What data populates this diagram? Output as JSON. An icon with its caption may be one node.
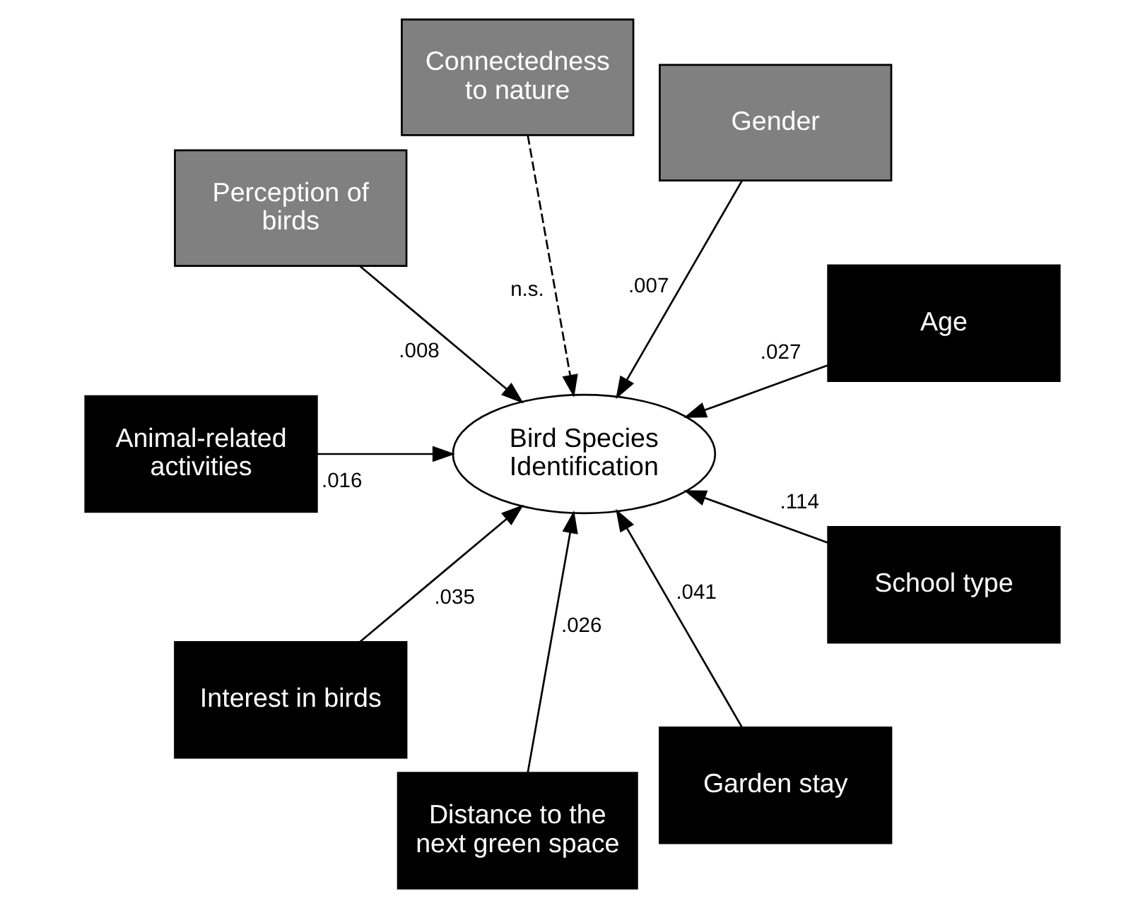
{
  "diagram": {
    "nodes": [
      {
        "text": [
          "Age"
        ]
      },
      {
        "text": [
          "Gender"
        ]
      },
      {
        "text": [
          "School type"
        ]
      },
      {
        "text": [
          "Connectedness to nature"
        ]
      },
      {
        "text": [
          "Bird Species Identification"
        ]
      },
      {
        "text": [
          "Garden stay"
        ]
      },
      {
        "text": [
          "Perception of birds"
        ]
      },
      {
        "text": [
          "Distance to the next green space"
        ]
      },
      {
        "text": [
          "Animal-related activities"
        ]
      },
      {
        "text": [
          "Interest in birds"
        ]
      }
    ],
    "edges": [
      {
        "from": 0,
        "to": 4,
        "arrow": "to",
        "label": ".027"
      },
      {
        "from": 1,
        "to": 4,
        "arrow": "to",
        "label": ".007"
      },
      {
        "from": 2,
        "to": 4,
        "arrow": "to",
        "label": ".114"
      },
      {
        "from": 3,
        "to": 4,
        "arrow": "to",
        "label": "n.s.",
        "style": "dashed"
      },
      {
        "from": 5,
        "to": 4,
        "arrow": "to",
        "label": ".041"
      },
      {
        "from": 6,
        "to": 4,
        "arrow": "to",
        "label": ".008"
      },
      {
        "from": 7,
        "to": 4,
        "arrow": "to",
        "label": ".026"
      },
      {
        "from": 8,
        "to": 4,
        "arrow": "to",
        "label": ".016"
      },
      {
        "from": 9,
        "to": 4,
        "arrow": "to",
        "label": ".035"
      }
    ]
  }
}
